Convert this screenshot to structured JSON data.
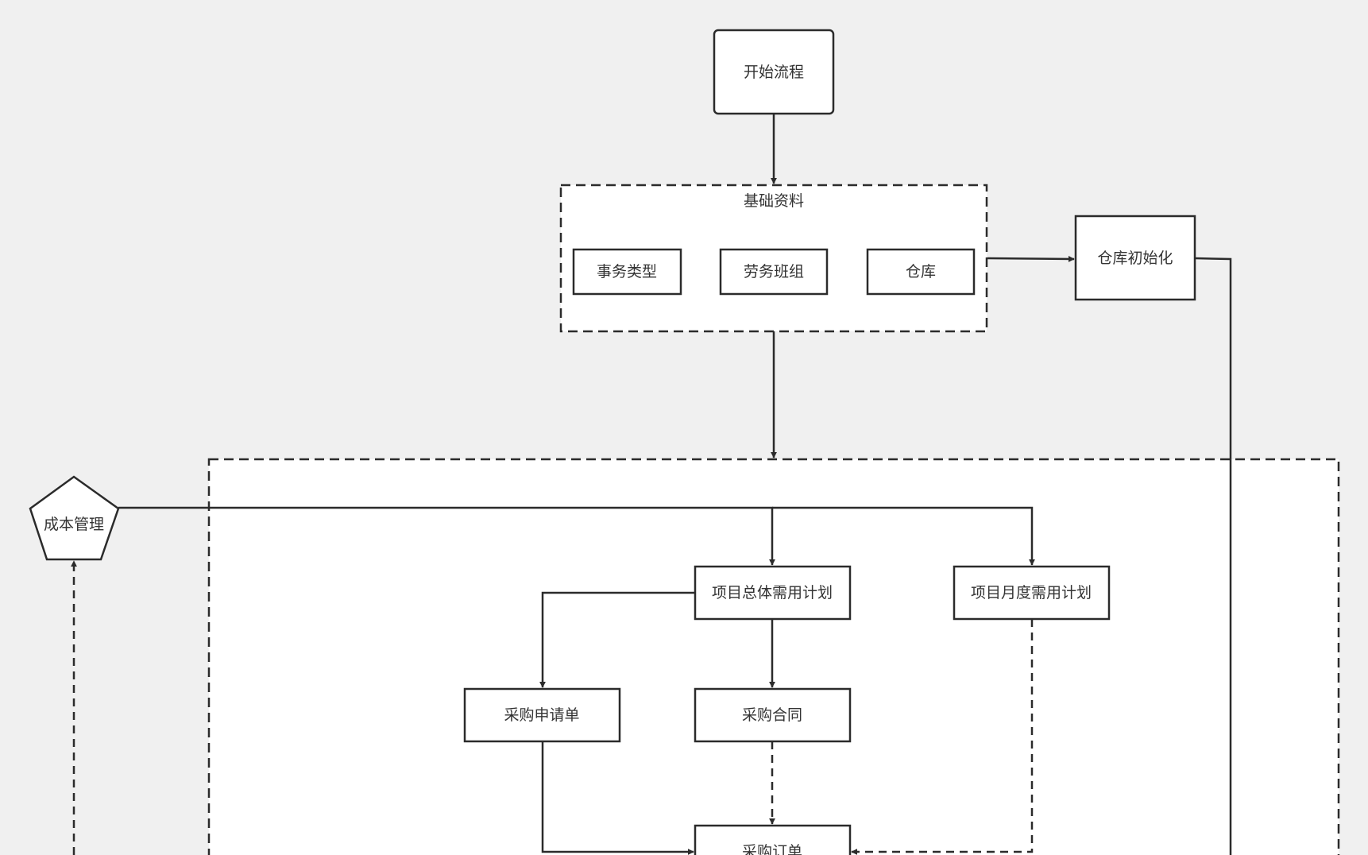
{
  "diagram": {
    "nodes": {
      "start": "开始流程",
      "basic_group": "基础资料",
      "business_type": "事务类型",
      "labor_team": "劳务班组",
      "warehouse": "仓库",
      "warehouse_init": "仓库初始化",
      "cost_mgmt": "成本管理",
      "total_plan": "项目总体需用计划",
      "monthly_plan": "项目月度需用计划",
      "purchase_request": "采购申请单",
      "purchase_contract": "采购合同",
      "purchase_order": "采购订单"
    },
    "colors": {
      "background": "#f0f0f0",
      "node_fill": "#ffffff",
      "stroke": "#2b2b2b",
      "text": "#333333"
    }
  }
}
